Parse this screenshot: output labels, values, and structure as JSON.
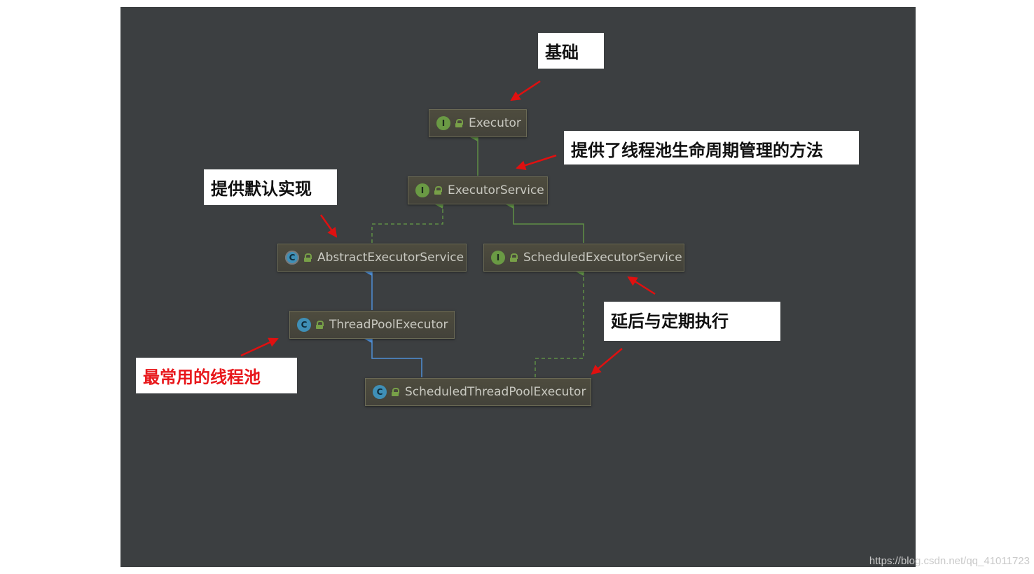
{
  "nodes": {
    "executor": {
      "badge": "I",
      "label": "Executor"
    },
    "executor_service": {
      "badge": "I",
      "label": "ExecutorService"
    },
    "abstract_executor_service": {
      "badge": "C",
      "label": "AbstractExecutorService"
    },
    "scheduled_executor_service": {
      "badge": "I",
      "label": "ScheduledExecutorService"
    },
    "thread_pool_executor": {
      "badge": "C",
      "label": "ThreadPoolExecutor"
    },
    "scheduled_thread_pool_executor": {
      "badge": "C",
      "label": "ScheduledThreadPoolExecutor"
    }
  },
  "annotations": {
    "base": "基础",
    "lifecycle": "提供了线程池生命周期管理的方法",
    "default_impl": "提供默认实现",
    "delayed": "延后与定期执行",
    "most_used": "最常用的线程池"
  },
  "colors": {
    "background": "#3c3f41",
    "interface_edge": "#5f8f45",
    "class_edge": "#4f8fd6",
    "annotation_arrow": "#e01010",
    "highlight_text": "#e8171b"
  },
  "watermark": "https://blog.csdn.net/qq_41011723"
}
